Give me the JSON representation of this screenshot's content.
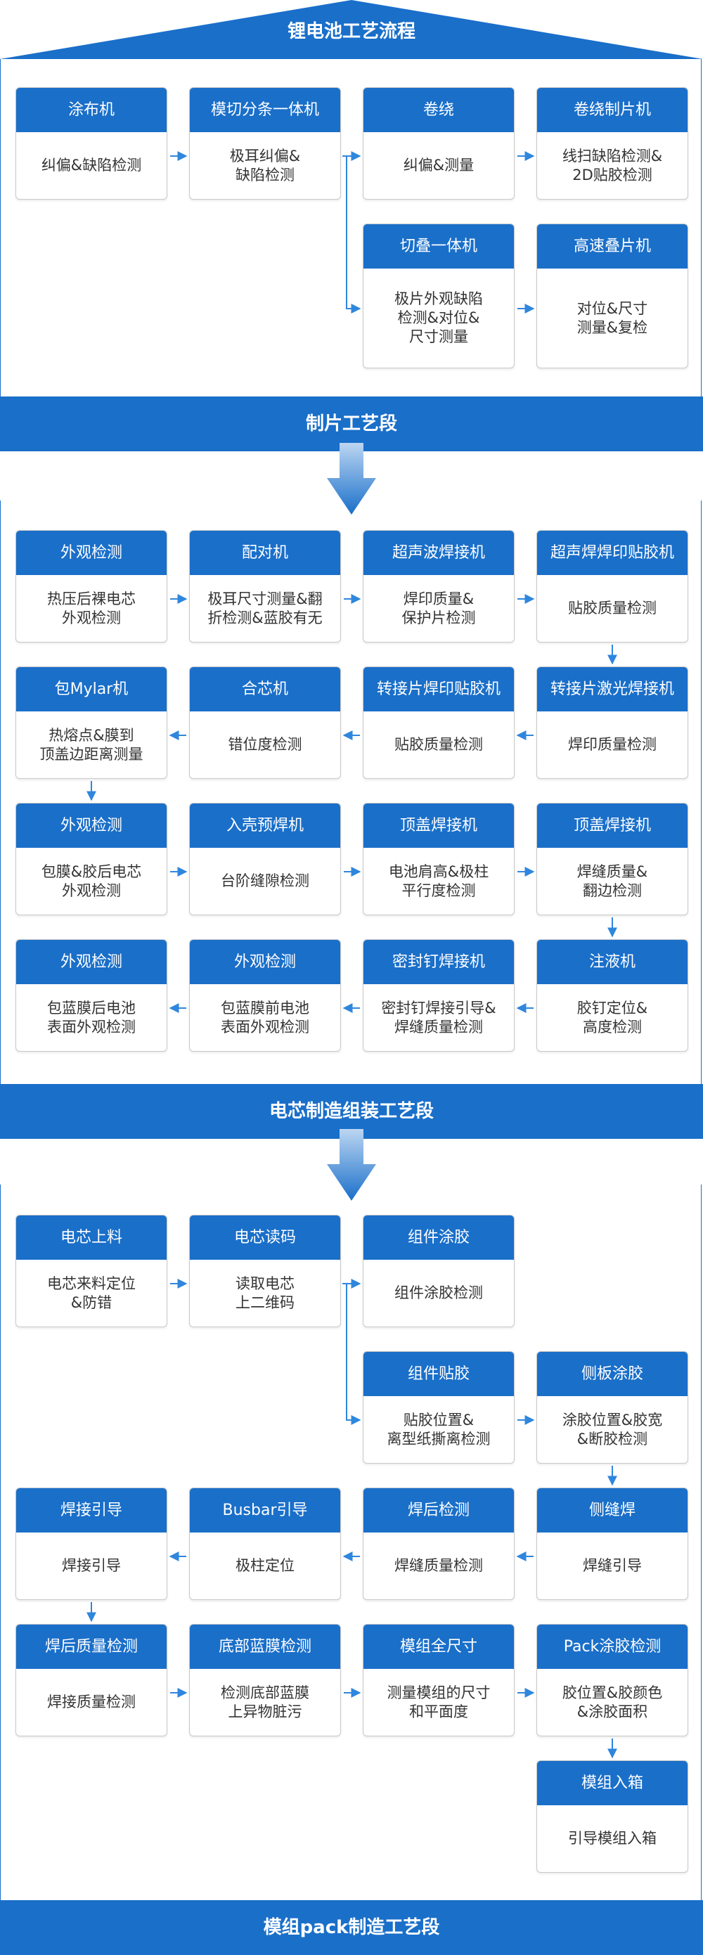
{
  "title": "锂电池工艺流程",
  "colors": {
    "primary": "#1a6fc9",
    "connector": "#2f86dd"
  },
  "sections": [
    {
      "label": "制片工艺段",
      "cards": [
        {
          "head": "涂布机",
          "body": "纠偏&缺陷检测"
        },
        {
          "head": "模切分条一体机",
          "body": "极耳纠偏&\n缺陷检测"
        },
        {
          "head": "卷绕",
          "body": "纠偏&测量"
        },
        {
          "head": "卷绕制片机",
          "body": "线扫缺陷检测&\n2D贴胶检测"
        },
        {
          "head": "切叠一体机",
          "body": "极片外观缺陷\n检测&对位&\n尺寸测量"
        },
        {
          "head": "高速叠片机",
          "body": "对位&尺寸\n测量&复检"
        }
      ]
    },
    {
      "label": "电芯制造组装工艺段",
      "cards": [
        {
          "head": "外观检测",
          "body": "热压后裸电芯\n外观检测"
        },
        {
          "head": "配对机",
          "body": "极耳尺寸测量&翻\n折检测&蓝胶有无"
        },
        {
          "head": "超声波焊接机",
          "body": "焊印质量&\n保护片检测"
        },
        {
          "head": "超声焊焊印贴胶机",
          "body": "贴胶质量检测"
        },
        {
          "head": "包Mylar机",
          "body": "热熔点&膜到\n顶盖边距离测量"
        },
        {
          "head": "合芯机",
          "body": "错位度检测"
        },
        {
          "head": "转接片焊印贴胶机",
          "body": "贴胶质量检测"
        },
        {
          "head": "转接片激光焊接机",
          "body": "焊印质量检测"
        },
        {
          "head": "外观检测",
          "body": "包膜&胶后电芯\n外观检测"
        },
        {
          "head": "入壳预焊机",
          "body": "台阶缝隙检测"
        },
        {
          "head": "顶盖焊接机",
          "body": "电池肩高&极柱\n平行度检测"
        },
        {
          "head": "顶盖焊接机",
          "body": "焊缝质量&\n翻边检测"
        },
        {
          "head": "外观检测",
          "body": "包蓝膜后电池\n表面外观检测"
        },
        {
          "head": "外观检测",
          "body": "包蓝膜前电池\n表面外观检测"
        },
        {
          "head": "密封钉焊接机",
          "body": "密封钉焊接引导&\n焊缝质量检测"
        },
        {
          "head": "注液机",
          "body": "胶钉定位&\n高度检测"
        }
      ]
    },
    {
      "label": "模组pack制造工艺段",
      "cards": [
        {
          "head": "电芯上料",
          "body": "电芯来料定位\n&防错"
        },
        {
          "head": "电芯读码",
          "body": "读取电芯\n上二维码"
        },
        {
          "head": "组件涂胶",
          "body": "组件涂胶检测"
        },
        {
          "head": "组件贴胶",
          "body": "贴胶位置&\n离型纸撕离检测"
        },
        {
          "head": "侧板涂胶",
          "body": "涂胶位置&胶宽\n&断胶检测"
        },
        {
          "head": "焊接引导",
          "body": "焊接引导"
        },
        {
          "head": "Busbar引导",
          "body": "极柱定位"
        },
        {
          "head": "焊后检测",
          "body": "焊缝质量检测"
        },
        {
          "head": "侧缝焊",
          "body": "焊缝引导"
        },
        {
          "head": "焊后质量检测",
          "body": "焊接质量检测"
        },
        {
          "head": "底部蓝膜检测",
          "body": "检测底部蓝膜\n上异物脏污"
        },
        {
          "head": "模组全尺寸",
          "body": "测量模组的尺寸\n和平面度"
        },
        {
          "head": "Pack涂胶检测",
          "body": "胶位置&胶颜色\n&涂胶面积"
        },
        {
          "head": "模组入箱",
          "body": "引导模组入箱"
        }
      ]
    }
  ]
}
